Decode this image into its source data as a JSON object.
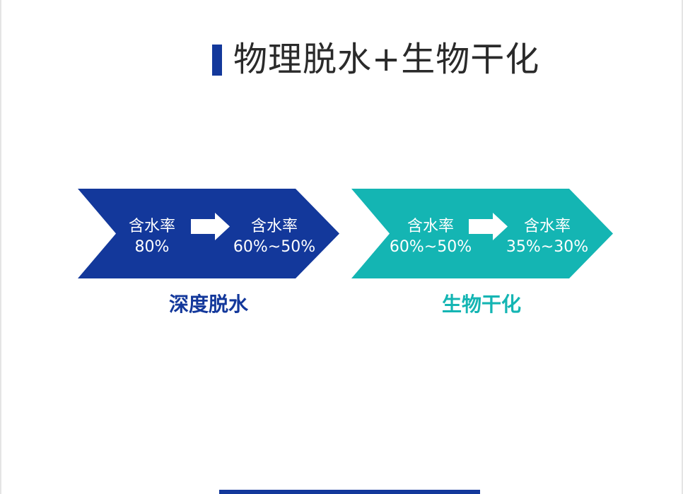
{
  "title": "物理脱水+生物干化",
  "colors": {
    "primary_blue": "#13389b",
    "teal": "#14b5b3",
    "title_text": "#2a2a2a"
  },
  "stages": [
    {
      "name": "深度脱水",
      "color": "#13389b",
      "from": {
        "label": "含水率",
        "value": "80%"
      },
      "to": {
        "label": "含水率",
        "value": "60%~50%"
      }
    },
    {
      "name": "生物干化",
      "color": "#14b5b3",
      "from": {
        "label": "含水率",
        "value": "60%~50%"
      },
      "to": {
        "label": "含水率",
        "value": "35%~30%"
      }
    }
  ],
  "icons": [
    "right-arrow-icon",
    "right-arrow-icon"
  ]
}
